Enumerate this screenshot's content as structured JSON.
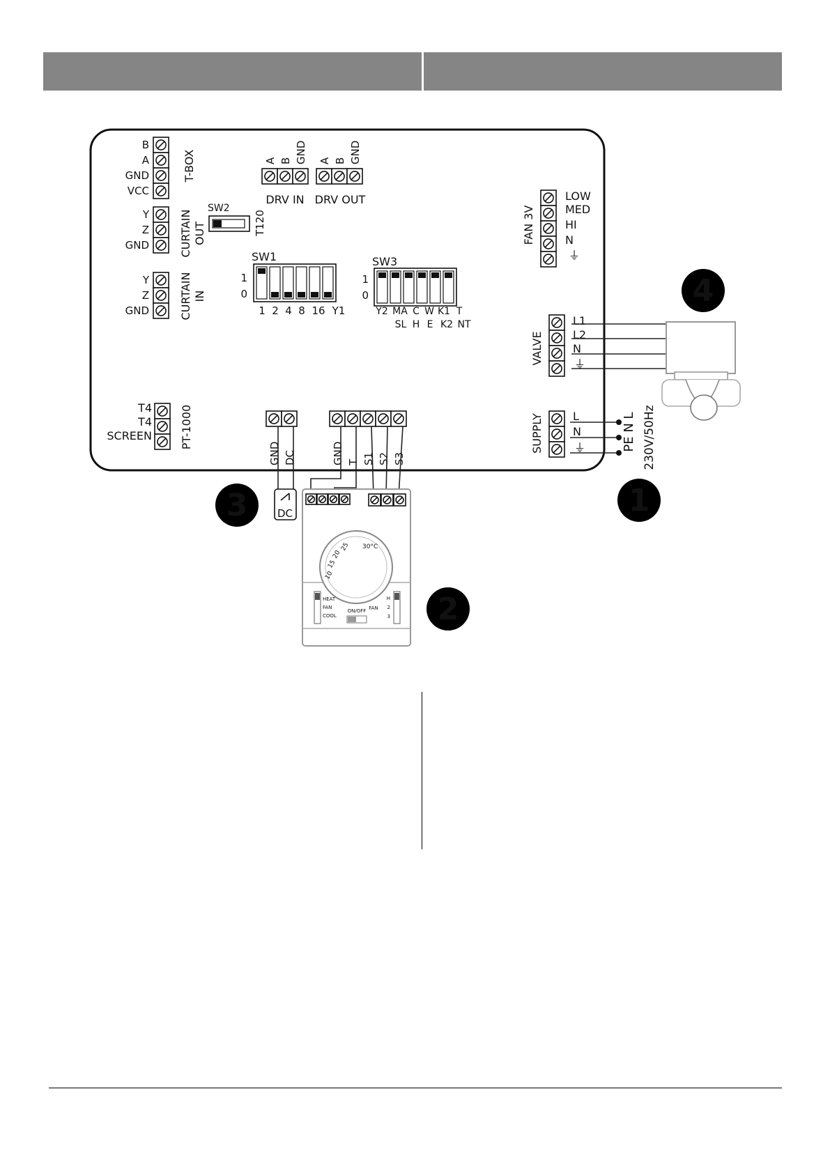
{
  "colors": {
    "header": "#858585",
    "board_outline": "#111111",
    "switch_fill": "#111111",
    "badge": "#000000"
  },
  "tbox": {
    "pins": [
      "B",
      "A",
      "GND",
      "VCC"
    ],
    "label": "T-BOX"
  },
  "curtain_out": {
    "pins": [
      "Y",
      "Z",
      "GND"
    ],
    "label": "CURTAIN",
    "sublabel": "OUT"
  },
  "curtain_in": {
    "pins": [
      "Y",
      "Z",
      "GND"
    ],
    "label": "CURTAIN",
    "sublabel": "IN"
  },
  "sw2": {
    "name": "SW2",
    "label": "T120"
  },
  "drv_in": {
    "pins": [
      "A",
      "B",
      "GND"
    ],
    "label": "DRV IN"
  },
  "drv_out": {
    "pins": [
      "A",
      "B",
      "GND"
    ],
    "label": "DRV OUT"
  },
  "sw1": {
    "name": "SW1",
    "on_label": "1",
    "off_label": "0",
    "switches": [
      "1",
      "2",
      "4",
      "8",
      "16",
      "Y1"
    ],
    "states": [
      1,
      0,
      0,
      0,
      0,
      0
    ]
  },
  "sw3": {
    "name": "SW3",
    "on_label": "1",
    "off_label": "0",
    "top_labels": [
      "Y2",
      "MA",
      "C",
      "W",
      "K1",
      "T"
    ],
    "bottom_labels": [
      "SL",
      "H",
      "E",
      "K2",
      "NT"
    ],
    "states": [
      1,
      1,
      1,
      1,
      1,
      1
    ]
  },
  "fan": {
    "label": "FAN 3V",
    "pins": [
      "LOW",
      "MED",
      "HI",
      "N",
      "⏚"
    ]
  },
  "valve": {
    "label": "VALVE",
    "pins": [
      "L1",
      "L2",
      "N",
      "⏚"
    ]
  },
  "supply": {
    "label": "SUPPLY",
    "pins": [
      "L",
      "N",
      "⏚"
    ],
    "line_labels": "PE N  L",
    "rating": "230V/50Hz"
  },
  "t4": {
    "pins": [
      "T4",
      "T4",
      "SCREEN"
    ],
    "label": "PT-1000"
  },
  "dc_block": {
    "pins": [
      "GND",
      "DC"
    ],
    "contact_label": "DC"
  },
  "sensor_block": {
    "pins": [
      "GND",
      "T",
      "S1",
      "S2",
      "S3"
    ]
  },
  "thermostat": {
    "scale_max": "30°C",
    "scale_ticks": [
      "25",
      "20",
      "15",
      "10"
    ],
    "mode_labels": [
      "HEAT",
      "FAN",
      "COOL"
    ],
    "onoff_label": "ON/OFF",
    "fan_label": "FAN",
    "fan_speeds": [
      "H",
      "2",
      "3"
    ]
  },
  "badges": [
    "1",
    "2",
    "3",
    "4"
  ]
}
